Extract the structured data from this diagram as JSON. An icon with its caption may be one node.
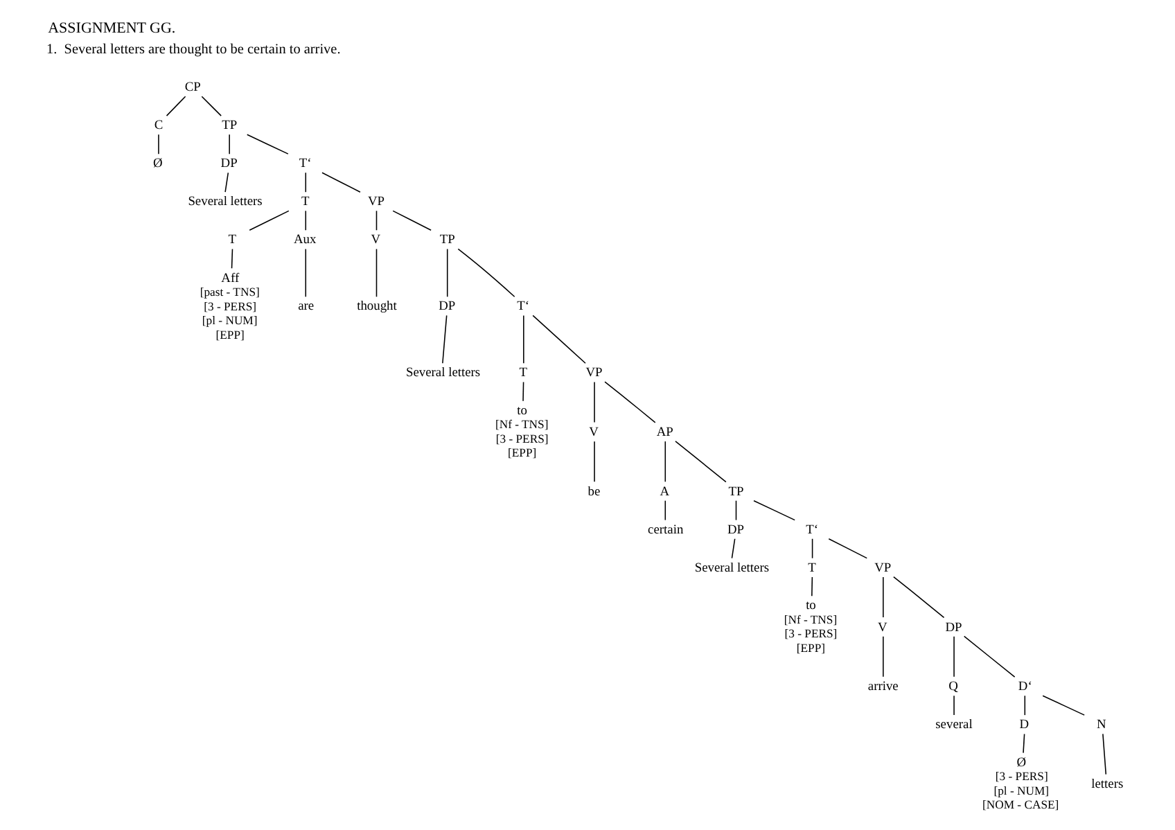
{
  "diagram": {
    "title": "ASSIGNMENT GG.",
    "labels": [
      "1.  Several letters are thought to be certain to arrive."
    ],
    "nodes": [
      {
        "text": [
          "CP"
        ]
      },
      {
        "text": [
          "C"
        ]
      },
      {
        "text": [
          "Ø"
        ]
      },
      {
        "text": [
          "TP"
        ]
      },
      {
        "text": [
          "DP"
        ]
      },
      {
        "text": [
          "Several letters"
        ]
      },
      {
        "text": [
          "T‘"
        ]
      },
      {
        "text": [
          "T"
        ]
      },
      {
        "text": [
          "VP"
        ]
      },
      {
        "text": [
          "T"
        ]
      },
      {
        "text": [
          "Aux"
        ]
      },
      {
        "text": [
          "Aff"
        ],
        "beside": [
          "[past - TNS]",
          "[3 - PERS]",
          "[pl - NUM]",
          "[EPP]"
        ]
      },
      {
        "text": [
          "are"
        ]
      },
      {
        "text": [
          "V"
        ]
      },
      {
        "text": [
          "TP"
        ]
      },
      {
        "text": [
          "thought"
        ]
      },
      {
        "text": [
          "DP"
        ]
      },
      {
        "text": [
          "T‘"
        ]
      },
      {
        "text": [
          "Several letters"
        ]
      },
      {
        "text": [
          "T"
        ]
      },
      {
        "text": [
          "VP"
        ]
      },
      {
        "text": [
          "to"
        ],
        "beside": [
          "[Nf - TNS]",
          "[3 - PERS]",
          "[EPP]"
        ]
      },
      {
        "text": [
          "V"
        ]
      },
      {
        "text": [
          "AP"
        ]
      },
      {
        "text": [
          "be"
        ]
      },
      {
        "text": [
          "A"
        ]
      },
      {
        "text": [
          "TP"
        ]
      },
      {
        "text": [
          "certain"
        ]
      },
      {
        "text": [
          "DP"
        ]
      },
      {
        "text": [
          "T‘"
        ]
      },
      {
        "text": [
          "Several letters"
        ]
      },
      {
        "text": [
          "T"
        ]
      },
      {
        "text": [
          "VP"
        ]
      },
      {
        "text": [
          "to"
        ],
        "beside": [
          "[Nf - TNS]",
          "[3 - PERS]",
          "[EPP]"
        ]
      },
      {
        "text": [
          "V"
        ]
      },
      {
        "text": [
          "DP"
        ]
      },
      {
        "text": [
          "arrive"
        ]
      },
      {
        "text": [
          "Q"
        ]
      },
      {
        "text": [
          "D‘"
        ]
      },
      {
        "text": [
          "several"
        ]
      },
      {
        "text": [
          "D"
        ]
      },
      {
        "text": [
          "N"
        ]
      },
      {
        "text": [
          "Ø"
        ],
        "beside": [
          "[3 - PERS]",
          "[pl - NUM]",
          "[NOM - CASE]"
        ]
      },
      {
        "text": [
          "letters"
        ]
      }
    ],
    "edges": [
      {
        "from": 0,
        "to": 1,
        "arrow": "none"
      },
      {
        "from": 0,
        "to": 3,
        "arrow": "none"
      },
      {
        "from": 1,
        "to": 2,
        "arrow": "none"
      },
      {
        "from": 3,
        "to": 4,
        "arrow": "none"
      },
      {
        "from": 3,
        "to": 6,
        "arrow": "none"
      },
      {
        "from": 4,
        "to": 5,
        "arrow": "none"
      },
      {
        "from": 6,
        "to": 7,
        "arrow": "none"
      },
      {
        "from": 6,
        "to": 8,
        "arrow": "none"
      },
      {
        "from": 7,
        "to": 9,
        "arrow": "none"
      },
      {
        "from": 7,
        "to": 10,
        "arrow": "none"
      },
      {
        "from": 8,
        "to": 13,
        "arrow": "none"
      },
      {
        "from": 8,
        "to": 14,
        "arrow": "none"
      },
      {
        "from": 9,
        "to": 11,
        "arrow": "none"
      },
      {
        "from": 10,
        "to": 12,
        "arrow": "none"
      },
      {
        "from": 13,
        "to": 15,
        "arrow": "none"
      },
      {
        "from": 14,
        "to": 16,
        "arrow": "none"
      },
      {
        "from": 14,
        "to": 17,
        "arrow": "none"
      },
      {
        "from": 16,
        "to": 18,
        "arrow": "none"
      },
      {
        "from": 17,
        "to": 19,
        "arrow": "none"
      },
      {
        "from": 17,
        "to": 20,
        "arrow": "none"
      },
      {
        "from": 19,
        "to": 21,
        "arrow": "none"
      },
      {
        "from": 20,
        "to": 22,
        "arrow": "none"
      },
      {
        "from": 20,
        "to": 23,
        "arrow": "none"
      },
      {
        "from": 22,
        "to": 24,
        "arrow": "none"
      },
      {
        "from": 23,
        "to": 25,
        "arrow": "none"
      },
      {
        "from": 23,
        "to": 26,
        "arrow": "none"
      },
      {
        "from": 25,
        "to": 27,
        "arrow": "none"
      },
      {
        "from": 26,
        "to": 28,
        "arrow": "none"
      },
      {
        "from": 26,
        "to": 29,
        "arrow": "none"
      },
      {
        "from": 28,
        "to": 30,
        "arrow": "none"
      },
      {
        "from": 29,
        "to": 31,
        "arrow": "none"
      },
      {
        "from": 29,
        "to": 32,
        "arrow": "none"
      },
      {
        "from": 31,
        "to": 33,
        "arrow": "none"
      },
      {
        "from": 32,
        "to": 34,
        "arrow": "none"
      },
      {
        "from": 32,
        "to": 35,
        "arrow": "none"
      },
      {
        "from": 34,
        "to": 36,
        "arrow": "none"
      },
      {
        "from": 35,
        "to": 37,
        "arrow": "none"
      },
      {
        "from": 35,
        "to": 38,
        "arrow": "none"
      },
      {
        "from": 37,
        "to": 39,
        "arrow": "none"
      },
      {
        "from": 38,
        "to": 40,
        "arrow": "none"
      },
      {
        "from": 38,
        "to": 41,
        "arrow": "none"
      },
      {
        "from": 40,
        "to": 42,
        "arrow": "none"
      },
      {
        "from": 41,
        "to": 43,
        "arrow": "none"
      }
    ]
  }
}
